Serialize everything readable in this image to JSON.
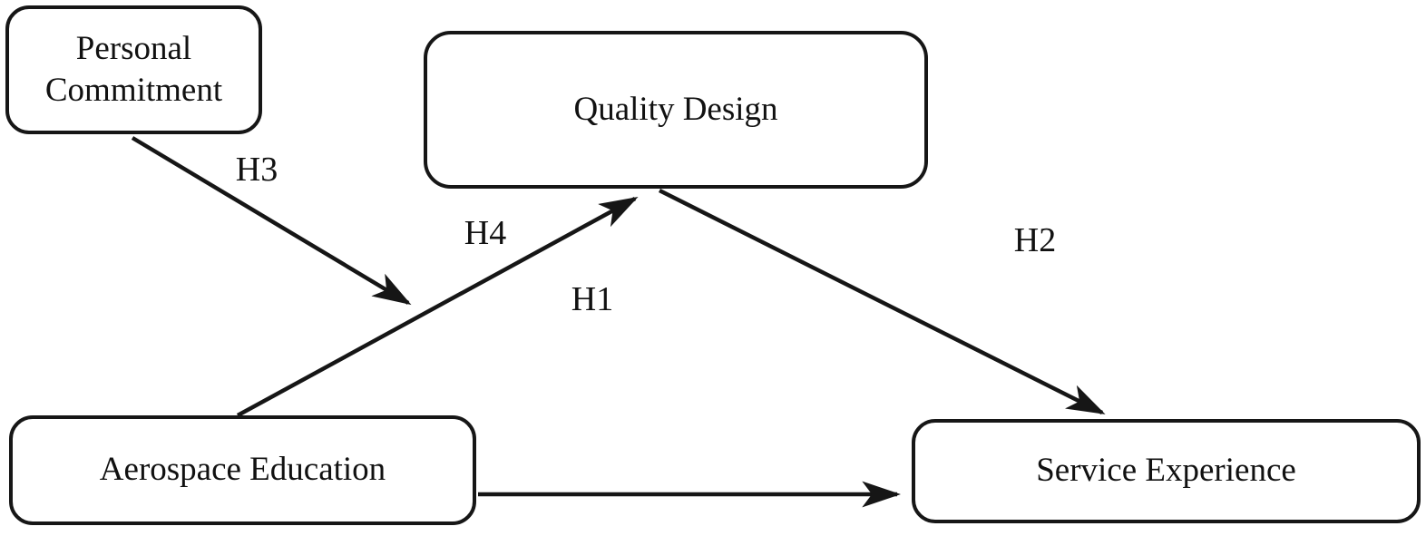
{
  "diagram": {
    "type": "hypothesis-path-model",
    "colors": {
      "background": "#ffffff",
      "line": "#161616",
      "text": "#111111"
    },
    "nodes": {
      "personal_commitment": {
        "label": "Personal Commitment"
      },
      "quality_design": {
        "label": "Quality Design"
      },
      "aerospace_education": {
        "label": "Aerospace Education"
      },
      "service_experience": {
        "label": "Service Experience"
      }
    },
    "edges": {
      "h3": {
        "label": "H3",
        "from": "Personal Commitment",
        "to": "path Aerospace Education → Quality Design"
      },
      "h4": {
        "label": "H4",
        "from": "Aerospace Education",
        "to": "Quality Design"
      },
      "h1": {
        "label": "H1",
        "from": "Aerospace Education",
        "to": "Service Experience"
      },
      "h2": {
        "label": "H2",
        "from": "Quality Design",
        "to": "Service Experience"
      }
    }
  }
}
